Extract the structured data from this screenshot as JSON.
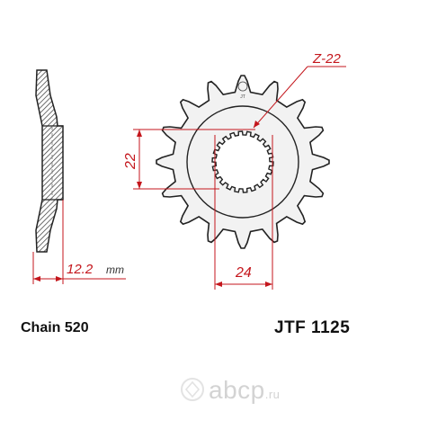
{
  "labels": {
    "chain": "Chain 520",
    "part_code": "JTF 1125"
  },
  "dimensions": {
    "teeth": "Z-22",
    "inner_diameter": "22",
    "pitch_offset": "24",
    "thickness": "12.2",
    "thickness_unit": "mm"
  },
  "watermark": {
    "text": "abcp",
    "suffix": ".ru"
  },
  "colors": {
    "dimension_lines": "#c4161c",
    "part_fill": "#f2f2f2",
    "outline": "#222222",
    "hatch": "#444444"
  }
}
